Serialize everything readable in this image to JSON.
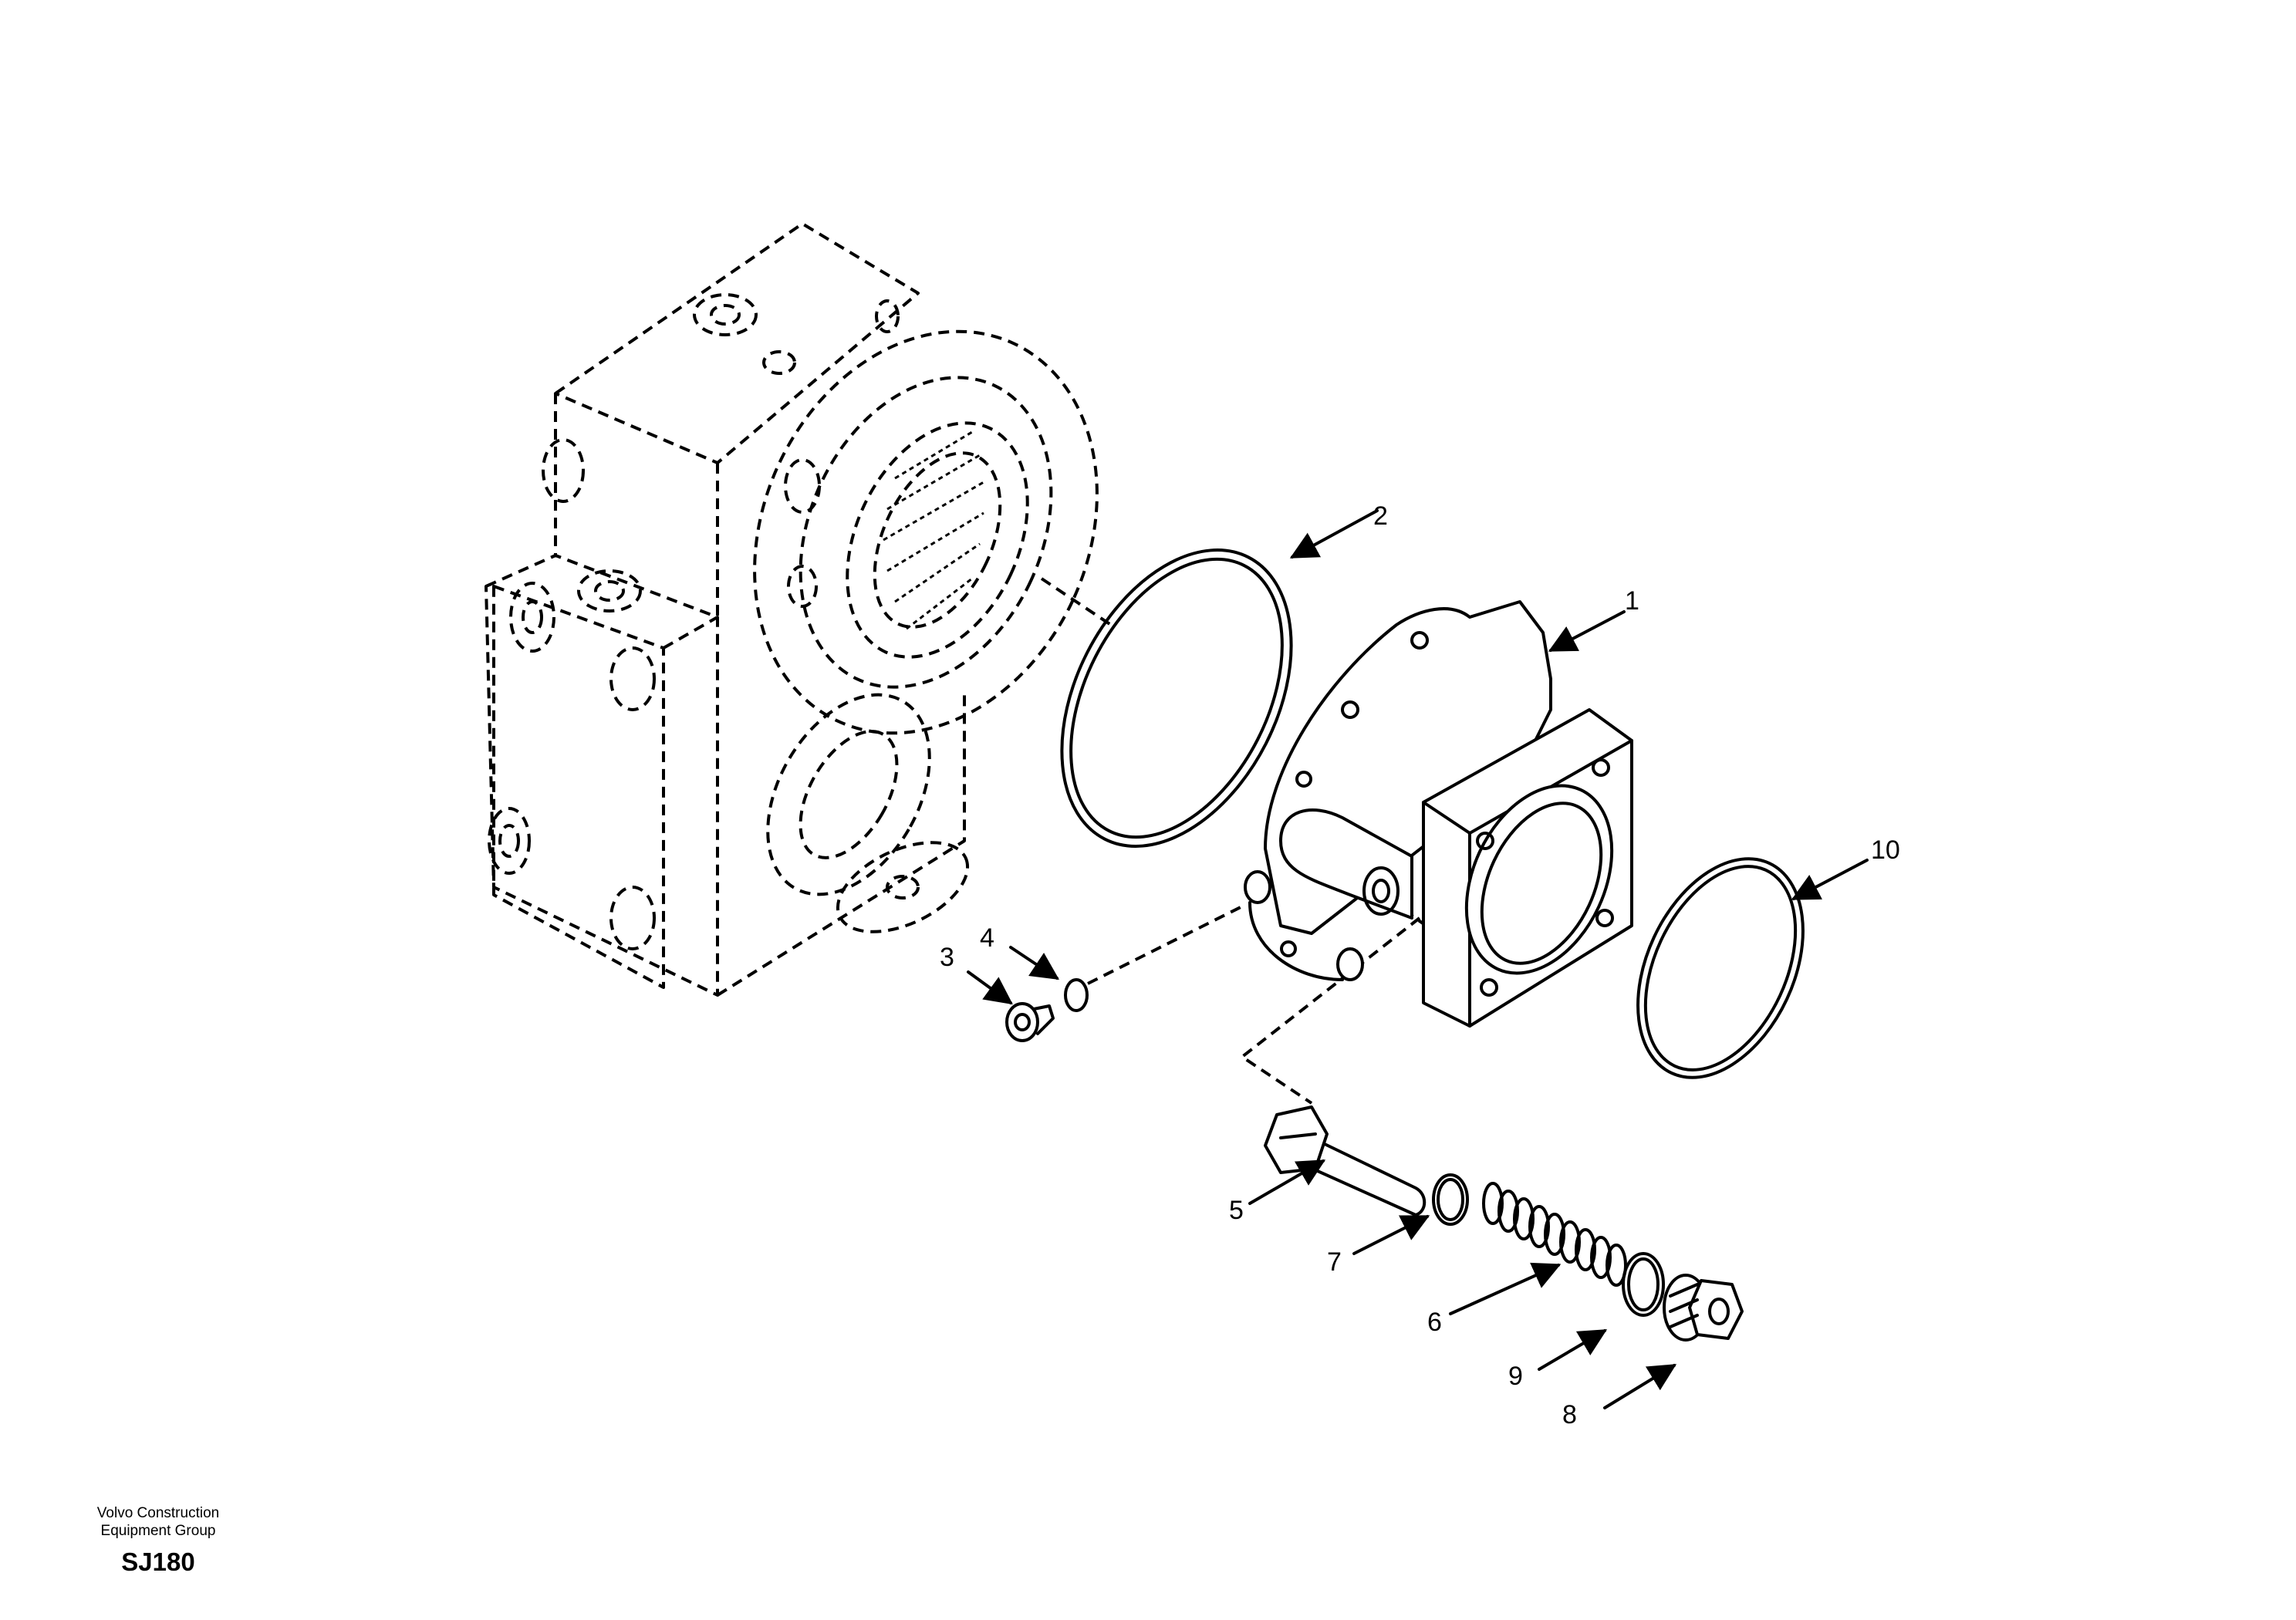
{
  "footer": {
    "company_line1": "Volvo Construction",
    "company_line2": "Equipment Group",
    "diagram_code": "SJ180"
  },
  "callouts": [
    "1",
    "2",
    "3",
    "4",
    "5",
    "6",
    "7",
    "8",
    "9",
    "10"
  ]
}
